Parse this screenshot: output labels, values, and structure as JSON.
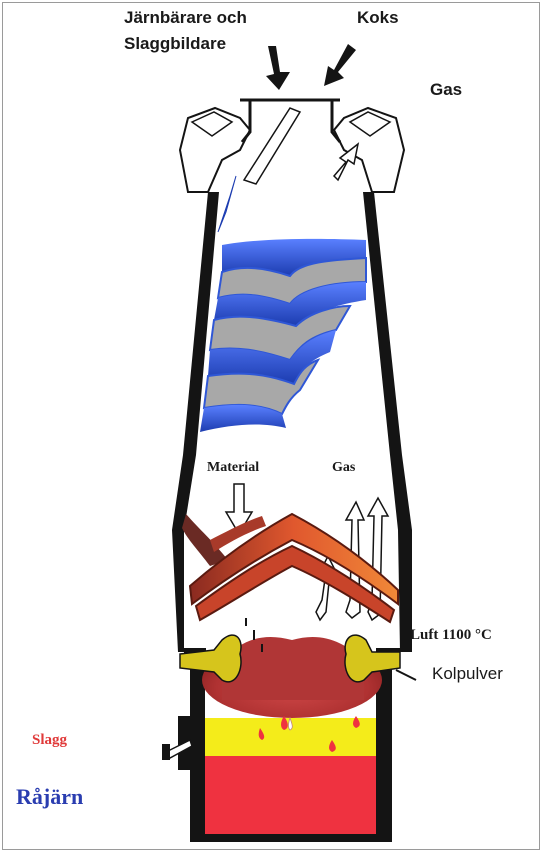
{
  "labels": {
    "charge_line1": "Järnbärare och",
    "charge_line2": "Slaggbildare",
    "coke": "Koks",
    "gas_top": "Gas",
    "material": "Material",
    "gas_mid": "Gas",
    "air": "Luft 1100 °C",
    "coal": "Kolpulver",
    "slag": "Slagg",
    "iron": "Råjärn"
  },
  "colors": {
    "furnace_wall": "#141414",
    "ore_layer": "#2f57d6",
    "coke_layer": "#a8a8a8",
    "melt_layer": "#c8442a",
    "hot_core": "#b83a3a",
    "slag": "#f4ec1a",
    "iron": "#ef3240",
    "tuyere": "#d6c51c",
    "slag_label": "#e03a3a",
    "iron_label": "#2a3db0"
  },
  "icons": [
    "down-arrow-icon",
    "up-arrow-icon",
    "droplet-icon"
  ]
}
